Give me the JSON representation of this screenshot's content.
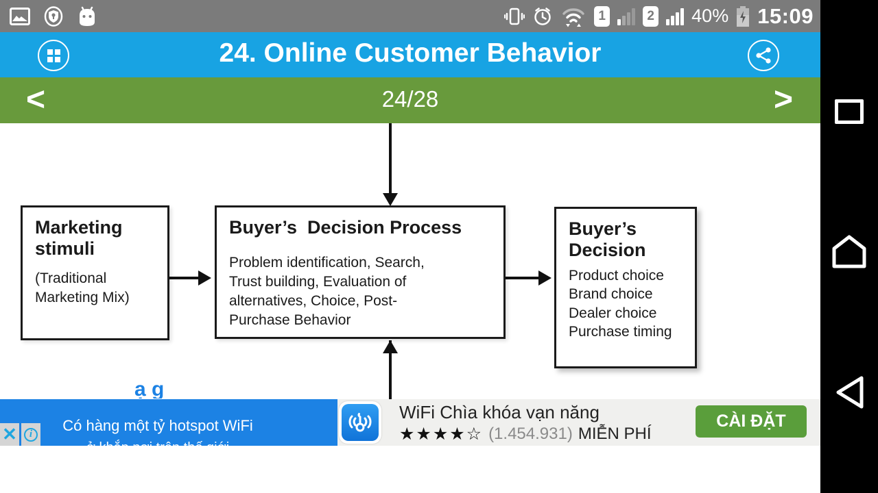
{
  "status_bar": {
    "time": "15:09",
    "battery_percent": "40%",
    "sim1_label": "1",
    "sim2_label": "2",
    "left_icons": [
      "gallery-icon",
      "shield-key-icon",
      "android-marshmallow-icon"
    ],
    "right_icons": [
      "vibrate-icon",
      "alarm-icon",
      "wifi-icon",
      "sim1-badge",
      "signal-weak-icon",
      "sim2-badge",
      "signal-full-icon",
      "battery-charging-icon"
    ]
  },
  "header": {
    "title": "24. Online Customer Behavior",
    "menu_icon": "grid-menu-icon",
    "share_icon": "share-icon"
  },
  "pager": {
    "prev": "<",
    "current": "24/28",
    "next": ">"
  },
  "diagram": {
    "boxes": [
      {
        "title": "Marketing\nstimuli",
        "body": "(Traditional\nMarketing Mix)"
      },
      {
        "title": "Buyer’s  Decision Process",
        "body": "Problem identification, Search,\nTrust building, Evaluation of\nalternatives, Choice, Post-\nPurchase Behavior"
      },
      {
        "title": "Buyer’s\nDecision",
        "lines": [
          "Product choice",
          "Brand choice",
          "Dealer choice",
          "Purchase timing"
        ]
      }
    ],
    "clipped_fragment": "ạ g"
  },
  "ad": {
    "banner_line1": "Có hàng một tỷ hotspot WiFi",
    "banner_line2": "ở khắp nơi trên thế giới",
    "app_title": "WiFi Chìa khóa vạn năng",
    "stars": "★★★★☆",
    "rating_count": "(1.454.931)",
    "price": "MIỄN PHÍ",
    "install_label": "CÀI ĐẶT",
    "close_label": "✕",
    "info_label": "i"
  },
  "colors": {
    "header_blue": "#18a3e3",
    "pager_green": "#689a3c",
    "ad_blue": "#1c82e4",
    "install_green": "#5a9e3b",
    "status_gray": "#7b7b7b",
    "accent_cyan": "#1fa6e0"
  }
}
